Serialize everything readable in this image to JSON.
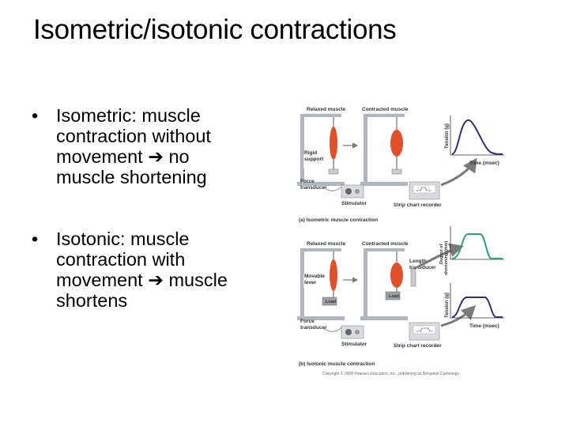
{
  "slide": {
    "title": "Isometric/isotonic contractions",
    "bullets": [
      {
        "bullet_char": "•",
        "lines": [
          "Isometric: muscle",
          "contraction without",
          "movement",
          "no",
          "muscle shortening"
        ]
      },
      {
        "bullet_char": "•",
        "lines": [
          "Isotonic: muscle",
          "contraction with",
          "movement",
          "muscle",
          "shortens"
        ]
      }
    ],
    "arrow_glyph": "➔"
  },
  "figure": {
    "panel_a": {
      "relaxed_label": "Relaxed muscle",
      "contracted_label": "Contracted muscle",
      "rigid_label_1": "Rigid",
      "rigid_label_2": "support",
      "force_label_1": "Force",
      "force_label_2": "transducer",
      "stimulator_label": "Stimulator",
      "recorder_label": "Strip chart recorder",
      "y_axis": "Tension (g)",
      "x_axis": "Time (msec)",
      "caption": "(a) Isometric muscle contraction"
    },
    "panel_b": {
      "relaxed_label": "Relaxed muscle",
      "contracted_label": "Contracted muscle",
      "length_label_1": "Length",
      "length_label_2": "transducer",
      "movable_label_1": "Movable",
      "movable_label_2": "lever",
      "load_label": "Load",
      "force_label_1": "Force",
      "force_label_2": "transducer",
      "stimulator_label": "Stimulator",
      "recorder_label": "Strip chart recorder",
      "y_axis_top_1": "Degree of",
      "y_axis_top_2": "shortening (mm)",
      "y_axis_bottom": "Tension (g)",
      "x_axis": "Time (msec)",
      "caption": "(b) Isotonic muscle contraction"
    },
    "copyright": "Copyright © 2008 Pearson Education, Inc., publishing as Benjamin Cummings",
    "colors": {
      "muscle": "#e0502a",
      "tension_curve": "#3a2a7a",
      "shortening_curve": "#2aa084",
      "arrow": "#7a7a7a",
      "apparatus": "#9aa0a8"
    }
  }
}
